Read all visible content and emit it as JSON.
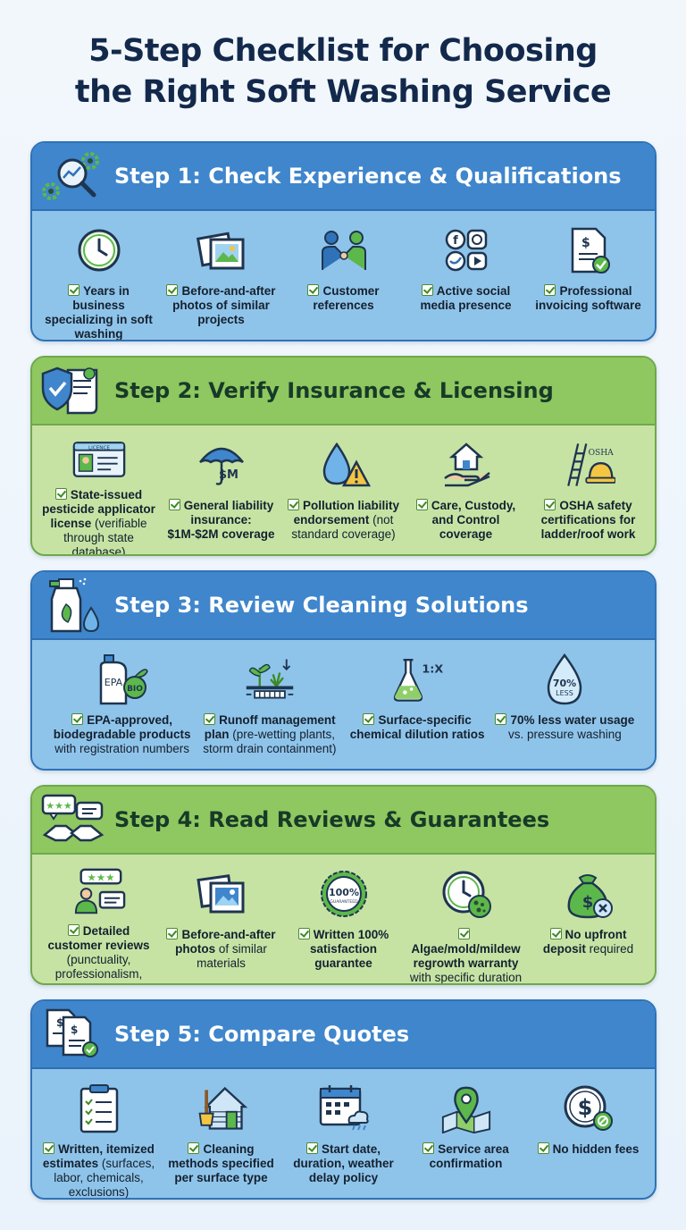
{
  "title": {
    "line1": "5-Step Checklist for Choosing",
    "line2": "the Right Soft Washing Service"
  },
  "colors": {
    "blue_header": "#3f86cc",
    "blue_body": "#8fc4ea",
    "green_header": "#8fc760",
    "green_body": "#c7e3a4",
    "check": "#3d8a22"
  },
  "steps": [
    {
      "title": "Step 1: Check Experience & Qualifications",
      "icon": "magnifier-gears-icon",
      "items": [
        {
          "icon": "clock-icon",
          "bold": "Years in business specializing in soft washing",
          "rest": ""
        },
        {
          "icon": "photos-icon",
          "bold": "Before-and-after photos of similar projects",
          "rest": ""
        },
        {
          "icon": "handshake-people-icon",
          "bold": "Customer references",
          "rest": ""
        },
        {
          "icon": "social-media-icon",
          "bold": "Active social media presence",
          "rest": ""
        },
        {
          "icon": "invoice-icon",
          "bold": "Professional invoicing software",
          "rest": ""
        }
      ]
    },
    {
      "title": "Step 2: Verify Insurance & Licensing",
      "icon": "shield-document-icon",
      "items": [
        {
          "icon": "license-card-icon",
          "license_label": "LICENCE",
          "bold": "State-issued pesticide applicator license",
          "rest": " (verifiable through state database)"
        },
        {
          "icon": "umbrella-money-icon",
          "money_label": "$M",
          "bold": "General liability insurance: $1M-$2M coverage",
          "rest": ""
        },
        {
          "icon": "drop-warning-icon",
          "bold": "Pollution liability endorsement",
          "rest": " (not standard coverage)"
        },
        {
          "icon": "house-hand-icon",
          "bold": "Care, Custody, and Control coverage",
          "rest": ""
        },
        {
          "icon": "ladder-hardhat-icon",
          "osha_label": "OSHA",
          "bold": "OSHA safety certifications for ladder/roof work",
          "rest": ""
        }
      ]
    },
    {
      "title": "Step 3: Review Cleaning Solutions",
      "icon": "spray-bottle-icon",
      "items": [
        {
          "icon": "jug-bio-icon",
          "epa_label": "EPA",
          "bio_label": "BIO",
          "bold": "EPA-approved, biodegradable products",
          "rest": " with registration numbers"
        },
        {
          "icon": "plants-drain-icon",
          "bold": "Runoff management plan",
          "rest": " (pre-wetting plants, storm drain containment)"
        },
        {
          "icon": "flask-ratio-icon",
          "ratio_label": "1:X",
          "bold": "Surface-specific chemical dilution ratios",
          "rest": ""
        },
        {
          "icon": "water-drop-icon",
          "drop_label_1": "70%",
          "drop_label_2": "LESS",
          "bold": "70% less water usage",
          "rest": " vs. pressure washing"
        }
      ]
    },
    {
      "title": "Step 4: Read Reviews & Guarantees",
      "icon": "reviews-handshake-icon",
      "items": [
        {
          "icon": "customer-rating-icon",
          "bold": "Detailed customer reviews",
          "rest": " (punctuality, professionalism, cleanup)"
        },
        {
          "icon": "photos-icon",
          "bold": "Before-and-after photos",
          "rest": " of similar materials"
        },
        {
          "icon": "guarantee-seal-icon",
          "seal_label_1": "100%",
          "seal_label_2": "GUARANTEED",
          "bold": "Written 100% satisfaction guarantee",
          "rest": ""
        },
        {
          "icon": "clock-mold-icon",
          "bold": "Algae/mold/mildew regrowth warranty",
          "rest": " with specific duration"
        },
        {
          "icon": "money-bag-x-icon",
          "bold": "No upfront deposit",
          "rest": " required"
        }
      ]
    },
    {
      "title": "Step 5: Compare Quotes",
      "icon": "quote-documents-icon",
      "items": [
        {
          "icon": "clipboard-checklist-icon",
          "bold": "Written, itemized estimates",
          "rest": " (surfaces, labor, chemicals, exclusions)"
        },
        {
          "icon": "house-brush-icon",
          "bold": "Cleaning methods specified per surface type",
          "rest": ""
        },
        {
          "icon": "calendar-rain-icon",
          "bold": "Start date, duration, weather delay policy",
          "rest": ""
        },
        {
          "icon": "map-pin-icon",
          "bold": "Service area confirmation",
          "rest": ""
        },
        {
          "icon": "dollar-no-icon",
          "bold": "No hidden fees",
          "rest": ""
        }
      ]
    }
  ]
}
